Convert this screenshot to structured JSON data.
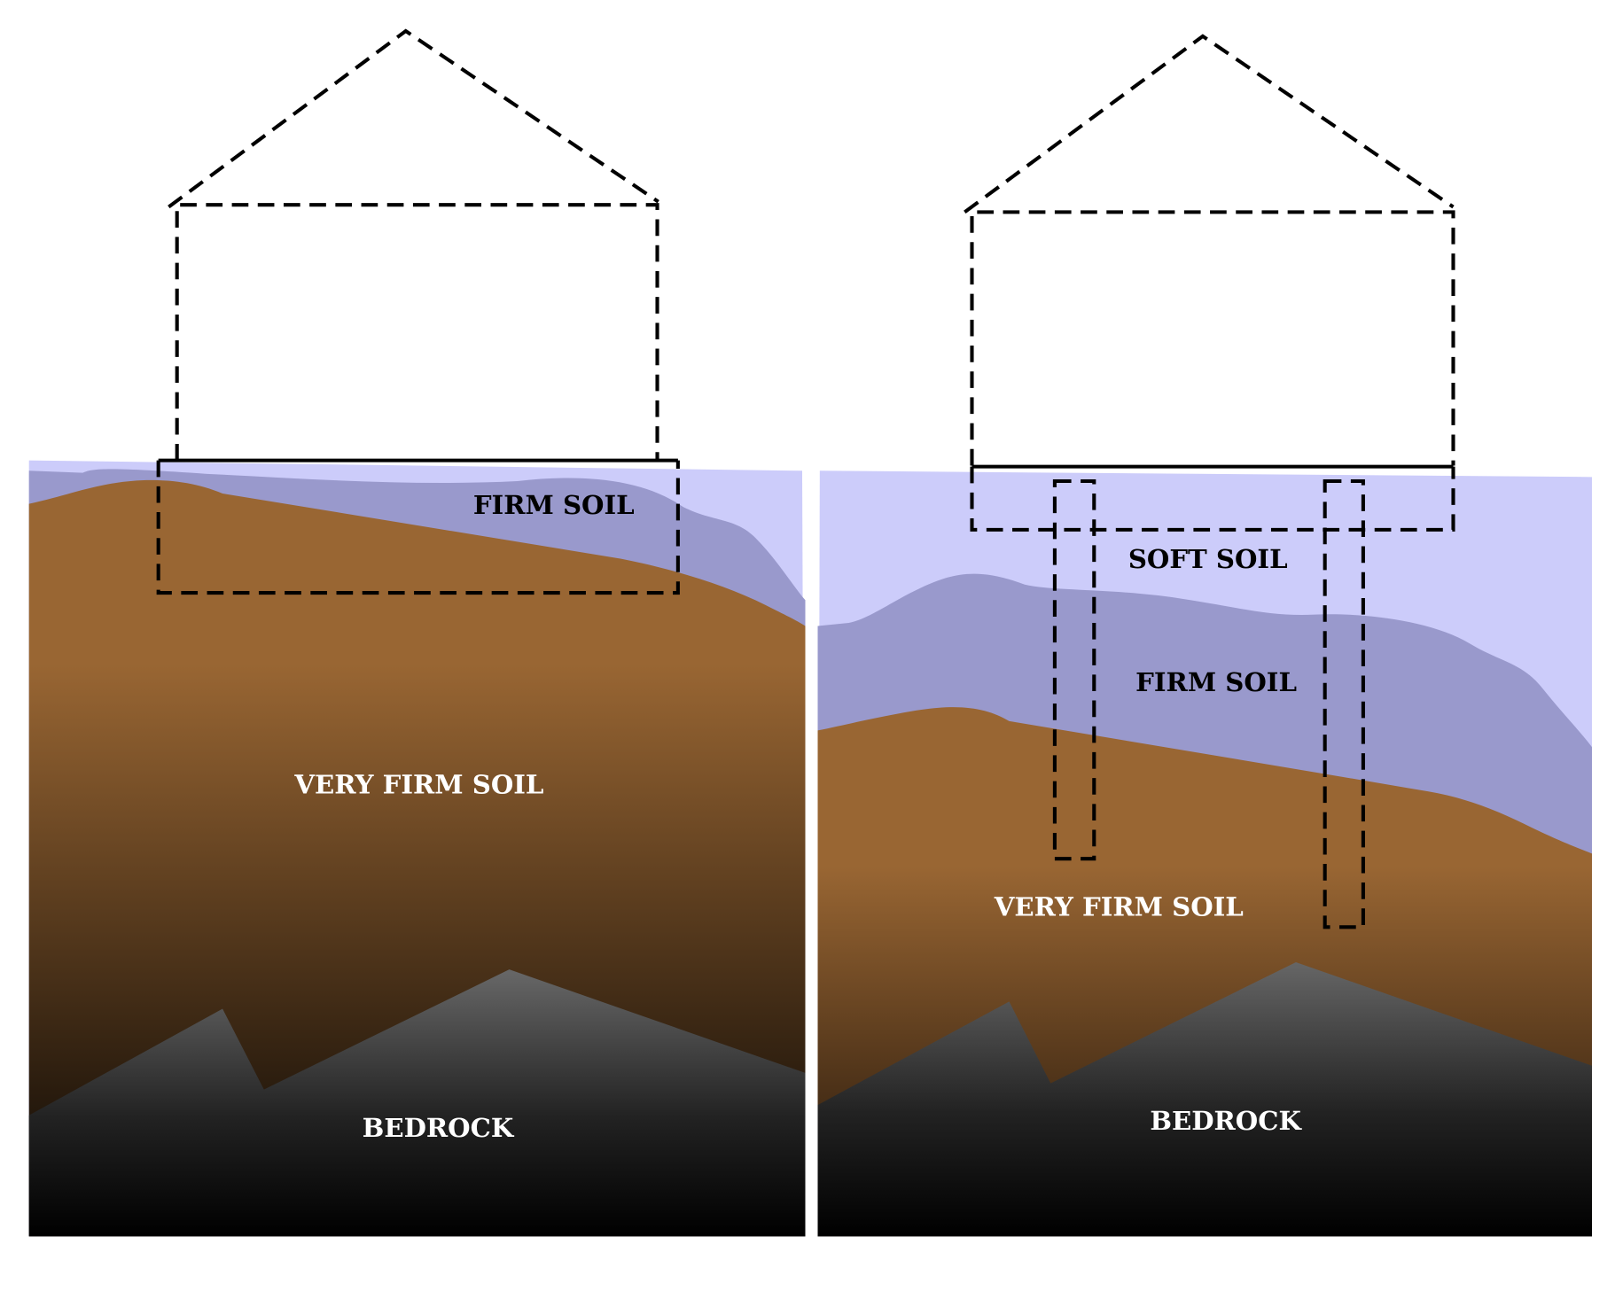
{
  "left_panel": {
    "labels": {
      "firm_soil": "FIRM SOIL",
      "very_firm_soil": "VERY FIRM SOIL",
      "bedrock": "BEDROCK"
    },
    "foundation_type": "shallow footing"
  },
  "right_panel": {
    "labels": {
      "soft_soil": "SOFT SOIL",
      "firm_soil": "FIRM SOIL",
      "very_firm_soil": "VERY FIRM SOIL",
      "bedrock": "BEDROCK"
    },
    "foundation_type": "slab with piles"
  },
  "colors": {
    "soft_soil": "#ccccfa",
    "firm_soil": "#9999cc",
    "very_firm_soil_top": "#996633",
    "very_firm_soil_bottom": "#1e140a",
    "bedrock_top": "#666666",
    "bedrock_bottom": "#000000"
  }
}
